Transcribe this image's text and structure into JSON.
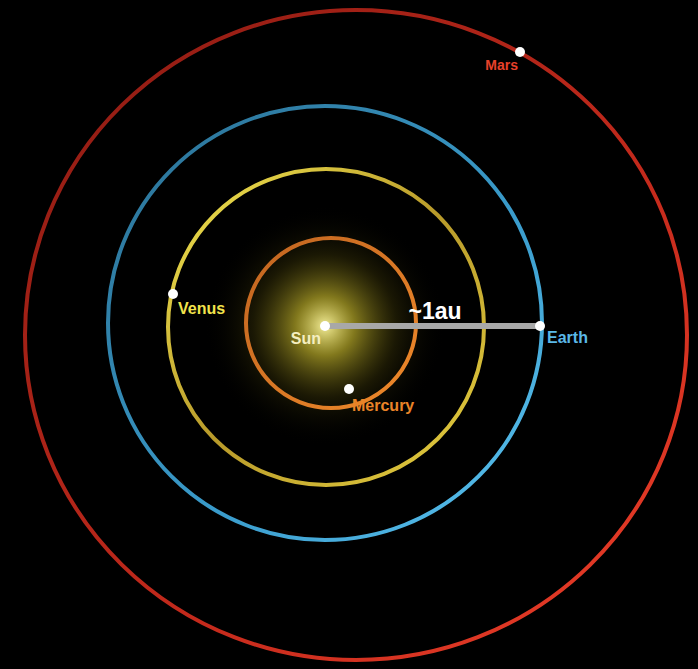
{
  "diagram": {
    "labels": [
      "Mars",
      "Venus",
      "~1au",
      "Sun",
      "Earth",
      "Mercury"
    ]
  }
}
